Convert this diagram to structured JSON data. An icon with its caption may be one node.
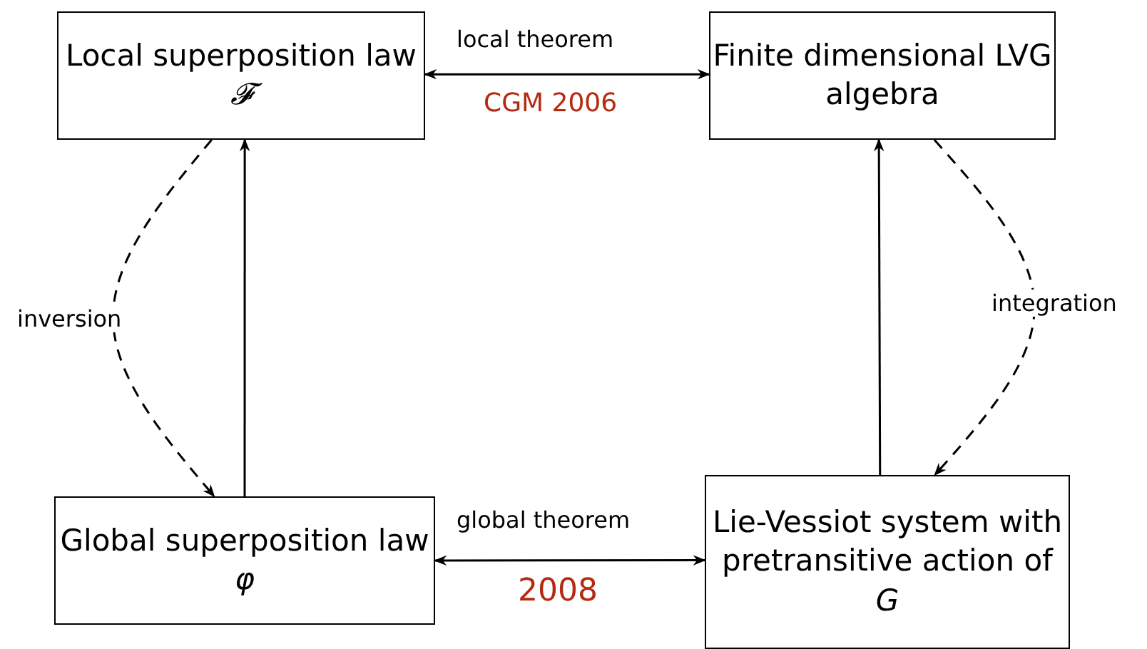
{
  "diagram": {
    "nodes": [
      {
        "text": [
          "Local superposition law *𝓕*"
        ]
      },
      {
        "text": [
          "Finite dimensional LVG algebra"
        ]
      },
      {
        "text": [
          "Global superposition law *φ*"
        ]
      },
      {
        "text": [
          "Lie-Vessiot system with pretransitive action of *G*"
        ]
      }
    ],
    "edges": [
      {
        "from": 0,
        "to": 1,
        "arrow": "both",
        "label": "local theorem"
      },
      {
        "from": 0,
        "to": 2,
        "arrow": "to",
        "style": "dashed",
        "label": "inversion"
      },
      {
        "from": 2,
        "to": 0,
        "arrow": "to"
      },
      {
        "from": 3,
        "to": 1,
        "arrow": "to"
      },
      {
        "from": 1,
        "to": 3,
        "arrow": "to",
        "style": "dashed",
        "label": "integration"
      },
      {
        "from": 2,
        "to": 3,
        "arrow": "both",
        "label": "global theorem"
      }
    ],
    "labels": [
      "CGM 2006",
      "2008"
    ]
  }
}
